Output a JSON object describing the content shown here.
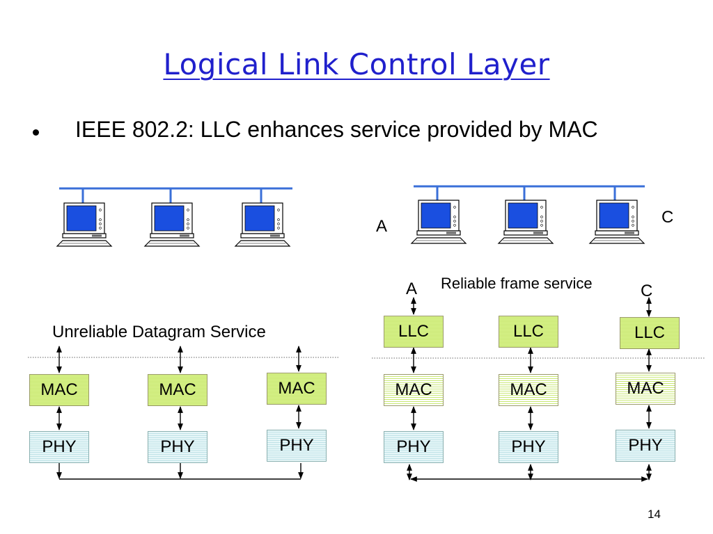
{
  "slide": {
    "title": "Logical Link Control Layer",
    "bullet": "IEEE 802.2: LLC enhances service provided by MAC",
    "page_number": "14"
  },
  "left_diagram": {
    "service_label": "Unreliable Datagram Service",
    "mac_labels": [
      "MAC",
      "MAC",
      "MAC"
    ],
    "phy_labels": [
      "PHY",
      "PHY",
      "PHY"
    ]
  },
  "right_diagram": {
    "host_a_label": "A",
    "host_c_label": "C",
    "service_label": "Reliable frame service",
    "stack_a_label": "A",
    "stack_c_label": "C",
    "llc_labels": [
      "LLC",
      "LLC",
      "LLC"
    ],
    "mac_labels": [
      "MAC",
      "MAC",
      "MAC"
    ],
    "phy_labels": [
      "PHY",
      "PHY",
      "PHY"
    ]
  },
  "colors": {
    "title": "#2020cc",
    "bus": "#3a6fd8",
    "screen": "#1a4fe0",
    "mac_fill": "#d9f28c",
    "phy_fill": "#e6f6f8"
  },
  "icons": [
    "desktop-computer-icon",
    "double-arrow-icon"
  ]
}
